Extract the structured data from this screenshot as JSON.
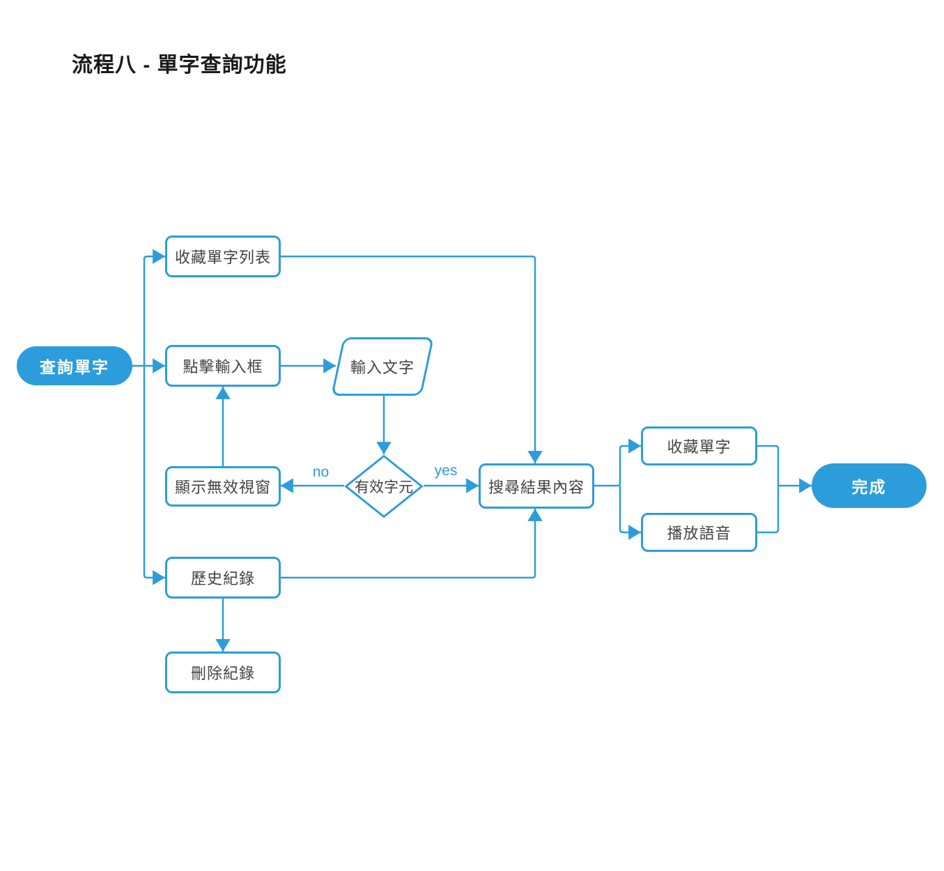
{
  "title": "流程八 - 單字查詢功能",
  "colors": {
    "accent": "#2d9cdb",
    "node_fill": "#ffffff",
    "node_text": "#434343",
    "terminator_text": "#ffffff",
    "title_text": "#1a1a1a"
  },
  "nodes": {
    "start": {
      "label": "查詢單字",
      "type": "start-terminator"
    },
    "favorites_list": {
      "label": "收藏單字列表",
      "type": "process"
    },
    "click_input": {
      "label": "點擊輸入框",
      "type": "process"
    },
    "enter_text": {
      "label": "輸入文字",
      "type": "input-output"
    },
    "valid_chars": {
      "label": "有效字元",
      "type": "decision"
    },
    "invalid_window": {
      "label": "顯示無效視窗",
      "type": "process"
    },
    "search_results": {
      "label": "搜尋結果內容",
      "type": "process"
    },
    "favorite_word": {
      "label": "收藏單字",
      "type": "process"
    },
    "play_audio": {
      "label": "播放語音",
      "type": "process"
    },
    "history": {
      "label": "歷史紀錄",
      "type": "process"
    },
    "delete_history": {
      "label": "刪除紀錄",
      "type": "process"
    },
    "done": {
      "label": "完成",
      "type": "end-terminator"
    }
  },
  "edge_labels": {
    "no": "no",
    "yes": "yes"
  },
  "edges": [
    {
      "from": "查詢單字",
      "to": "收藏單字列表"
    },
    {
      "from": "查詢單字",
      "to": "點擊輸入框"
    },
    {
      "from": "查詢單字",
      "to": "歷史紀錄"
    },
    {
      "from": "點擊輸入框",
      "to": "輸入文字"
    },
    {
      "from": "輸入文字",
      "to": "有效字元"
    },
    {
      "from": "有效字元",
      "to": "顯示無效視窗",
      "label": "no"
    },
    {
      "from": "有效字元",
      "to": "搜尋結果內容",
      "label": "yes"
    },
    {
      "from": "顯示無效視窗",
      "to": "點擊輸入框"
    },
    {
      "from": "收藏單字列表",
      "to": "搜尋結果內容"
    },
    {
      "from": "歷史紀錄",
      "to": "搜尋結果內容"
    },
    {
      "from": "歷史紀錄",
      "to": "刪除紀錄"
    },
    {
      "from": "搜尋結果內容",
      "to": "收藏單字"
    },
    {
      "from": "搜尋結果內容",
      "to": "播放語音"
    },
    {
      "from": "收藏單字",
      "to": "完成"
    },
    {
      "from": "播放語音",
      "to": "完成"
    }
  ]
}
